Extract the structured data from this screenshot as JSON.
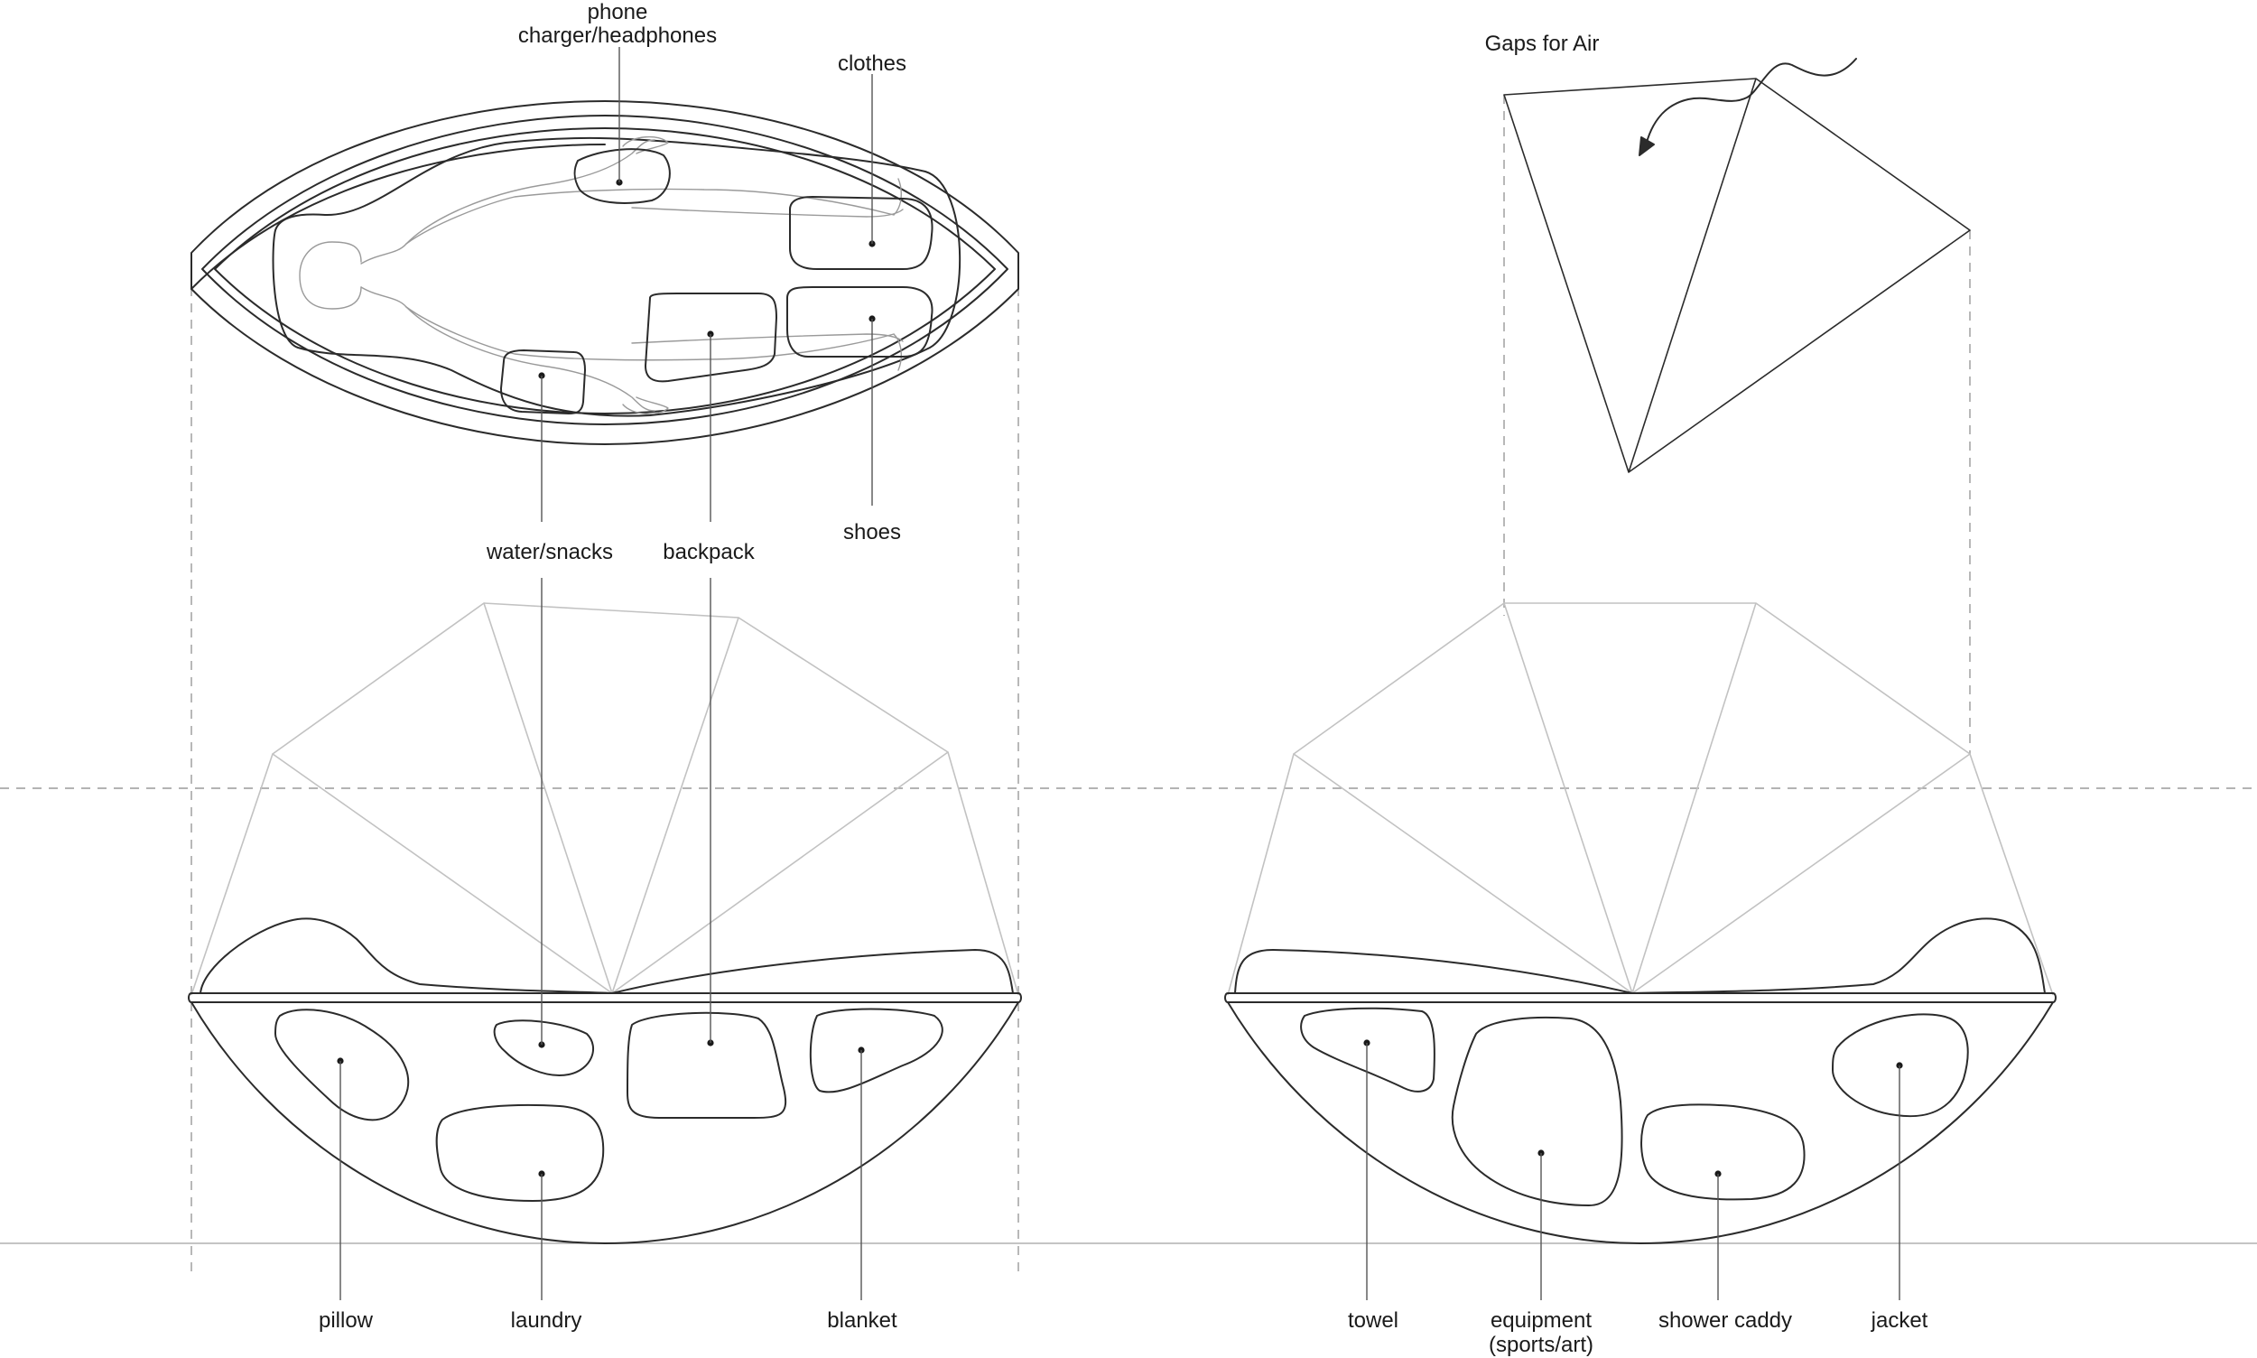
{
  "labels": {
    "phone": "phone",
    "charger": "charger/headphones",
    "clothes": "clothes",
    "gaps_for_air": "Gaps for Air",
    "water_snacks": "water/snacks",
    "backpack": "backpack",
    "shoes": "shoes",
    "pillow": "pillow",
    "laundry": "laundry",
    "blanket": "blanket",
    "towel": "towel",
    "equipment": "equipment",
    "equipment_sub": "(sports/art)",
    "shower_caddy": "shower caddy",
    "jacket": "jacket"
  }
}
